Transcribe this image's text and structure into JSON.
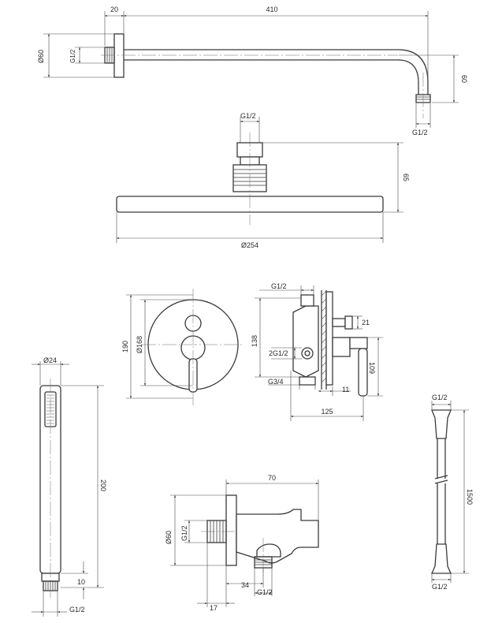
{
  "shower_arm": {
    "length": "410",
    "flange_depth": "20",
    "flange_diameter": "Ø60",
    "inlet_thread": "G1/2",
    "drop": "60",
    "outlet_thread": "G1/2"
  },
  "shower_head": {
    "thread": "G1/2",
    "height": "65",
    "diameter": "Ø254"
  },
  "mixer_plate": {
    "height": "190",
    "inner_diameter": "Ø168"
  },
  "mixer_body": {
    "inlet_thread": "G1/2",
    "height": "138",
    "dimension_21": "21",
    "side_inlets": "2G1/2",
    "outlet_thread": "G3/4",
    "dimension_11": "11",
    "handle_offset": "109",
    "depth": "125"
  },
  "hand_shower": {
    "diameter": "Ø24",
    "length": "200",
    "thread_length": "10",
    "thread": "G1/2"
  },
  "wall_outlet": {
    "length": "70",
    "flange_diameter": "Ø60",
    "inlet_thread": "G1/2",
    "offset": "34",
    "outlet_thread": "G1/2",
    "flange_depth": "17"
  },
  "hose": {
    "thread_top": "G1/2",
    "length": "1500",
    "thread_bottom": "G1/2"
  }
}
